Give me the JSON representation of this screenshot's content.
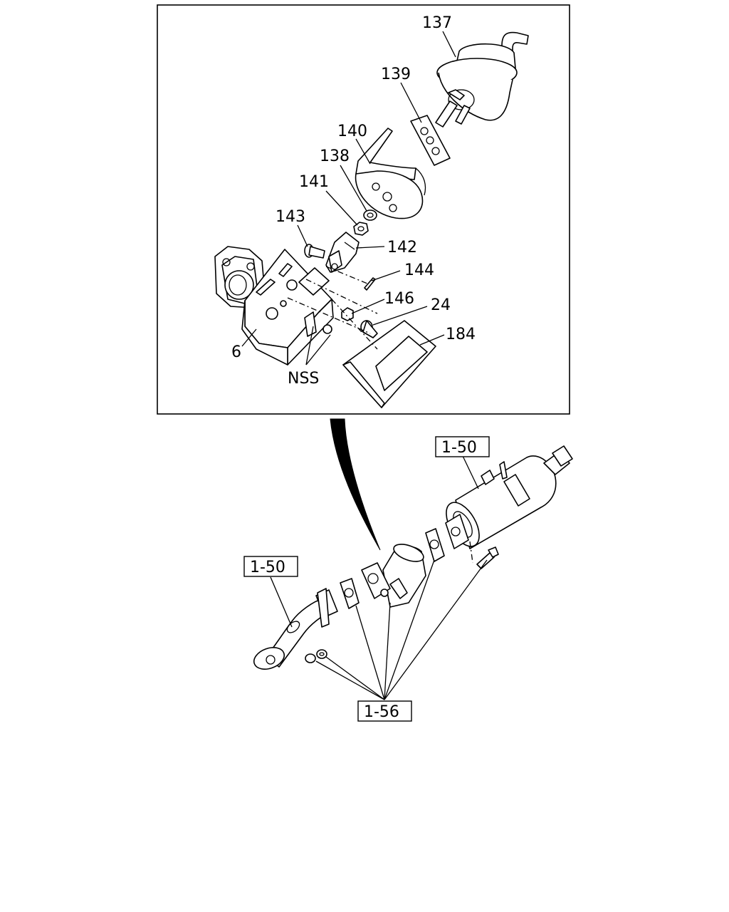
{
  "detail": {
    "labels": {
      "p137": "137",
      "p139": "139",
      "p140": "140",
      "p138": "138",
      "p141": "141",
      "p143": "143",
      "p142": "142",
      "p144": "144",
      "p146": "146",
      "p24": "24",
      "p184": "184",
      "p6": "6",
      "nss": "NSS"
    }
  },
  "overview": {
    "refs": {
      "exhaust_right": "1-50",
      "exhaust_left": "1-50",
      "fasteners": "1-56"
    }
  }
}
